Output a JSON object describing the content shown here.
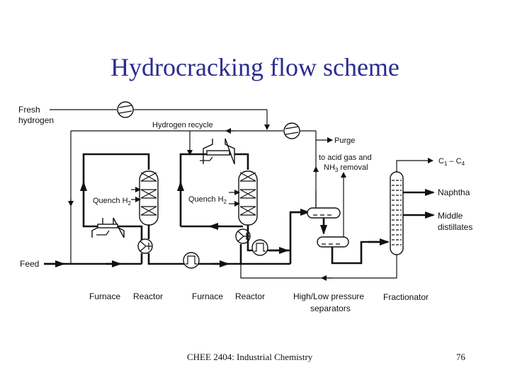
{
  "slide": {
    "title": "Hydrocracking flow scheme",
    "footer_course": "CHEE 2404: Industrial Chemistry",
    "page_number": "76"
  },
  "diagram": {
    "stream_labels": {
      "fresh_hydrogen_1": "Fresh",
      "fresh_hydrogen_2": "hydrogen",
      "hydrogen_recycle": "Hydrogen recycle",
      "purge": "Purge",
      "acid_gas_1": "to acid gas and",
      "acid_gas_2": "NH",
      "acid_gas_sub": "3",
      "acid_gas_3": " removal",
      "feed": "Feed",
      "c1": "C",
      "c1_sub": "1",
      "c_dash": " – C",
      "c4_sub": "4",
      "naphtha": "Naphtha",
      "middle_1": "Middle",
      "middle_2": "distillates",
      "quench_1": "Quench H",
      "quench_1_sub": "2",
      "quench_2": "Quench H",
      "quench_2_sub": "2"
    },
    "equipment_labels": [
      "Furnace",
      "Reactor",
      "Furnace",
      "Reactor",
      "High/Low pressure",
      "separators",
      "Fractionator"
    ],
    "icons": [
      "compressor-icon",
      "furnace-icon",
      "reactor-icon",
      "heat-exchanger-icon",
      "pump-icon",
      "separator-icon",
      "fractionator-icon"
    ]
  }
}
